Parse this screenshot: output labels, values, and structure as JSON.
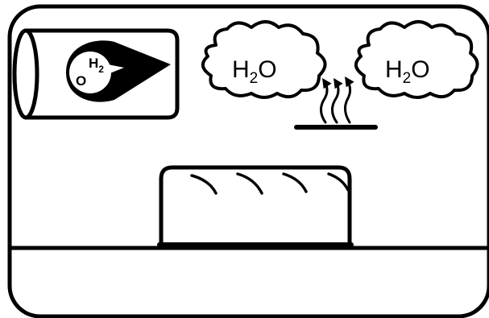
{
  "diagram": {
    "cloud_left": {
      "main": "H",
      "subscript": "2",
      "tail": "O"
    },
    "cloud_right": {
      "main": "H",
      "subscript": "2",
      "tail": "O"
    },
    "droplet": {
      "h_main": "H",
      "h_subscript": "2",
      "o_label": "O"
    },
    "colors": {
      "stroke": "#000000",
      "background": "#ffffff"
    }
  }
}
